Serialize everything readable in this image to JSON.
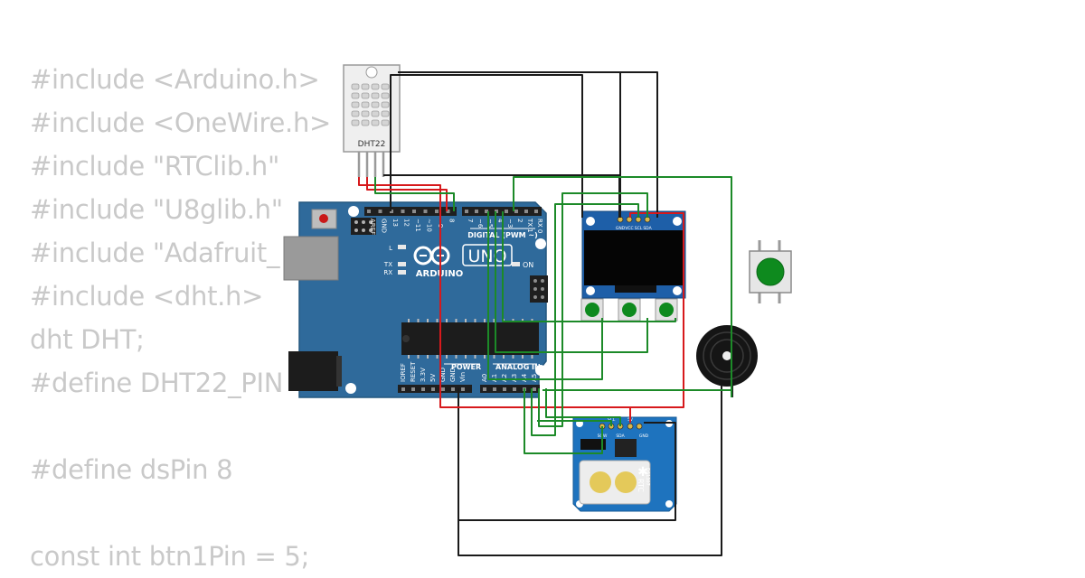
{
  "code_lines": [
    "#include <Arduino.h>",
    "#include <OneWire.h>",
    "#include \"RTClib.h\"",
    "#include \"U8glib.h\"",
    "#include \"Adafruit_",
    "#include <dht.h>",
    "dht DHT;",
    "#define DHT22_PIN",
    "",
    "#define dsPin 8",
    "",
    "const int btn1Pin = 5;"
  ],
  "dht22": {
    "label": "DHT22"
  },
  "arduino": {
    "brand": "ARDUINO",
    "model": "UNO",
    "digital_label": "DIGITAL (PWM ~)",
    "power_label": "POWER",
    "analog_label": "ANALOG IN",
    "on_label": "ON",
    "l_label": "L",
    "tx_label": "TX",
    "rx_label": "RX",
    "top_pins": [
      "AREF",
      "GND",
      "13",
      "12",
      "~11",
      "~10",
      "~9",
      "8",
      "7",
      "~6",
      "~5",
      "4",
      "~3",
      "2",
      "TX 1",
      "RX 0"
    ],
    "power_pins": [
      "IOREF",
      "RESET",
      "3.3V",
      "5V",
      "GND",
      "GND",
      "Vin"
    ],
    "analog_pins": [
      "A0",
      "A1",
      "A2",
      "A3",
      "A4",
      "A5"
    ]
  },
  "oled": {
    "pins": [
      "GND",
      "VCC",
      "SCL",
      "SDA"
    ]
  },
  "rtc": {
    "title": "RTC",
    "chip": "DS1307",
    "pins": [
      "SQW",
      "SCL",
      "SDA",
      "5V",
      "GND"
    ]
  },
  "colors": {
    "wire_black": "#1a1a1a",
    "wire_red": "#d7191c",
    "wire_green": "#1c8a28",
    "board": "#2f6a9b",
    "rtc_board": "#1e73be",
    "button_green": "#0e8a1e"
  }
}
